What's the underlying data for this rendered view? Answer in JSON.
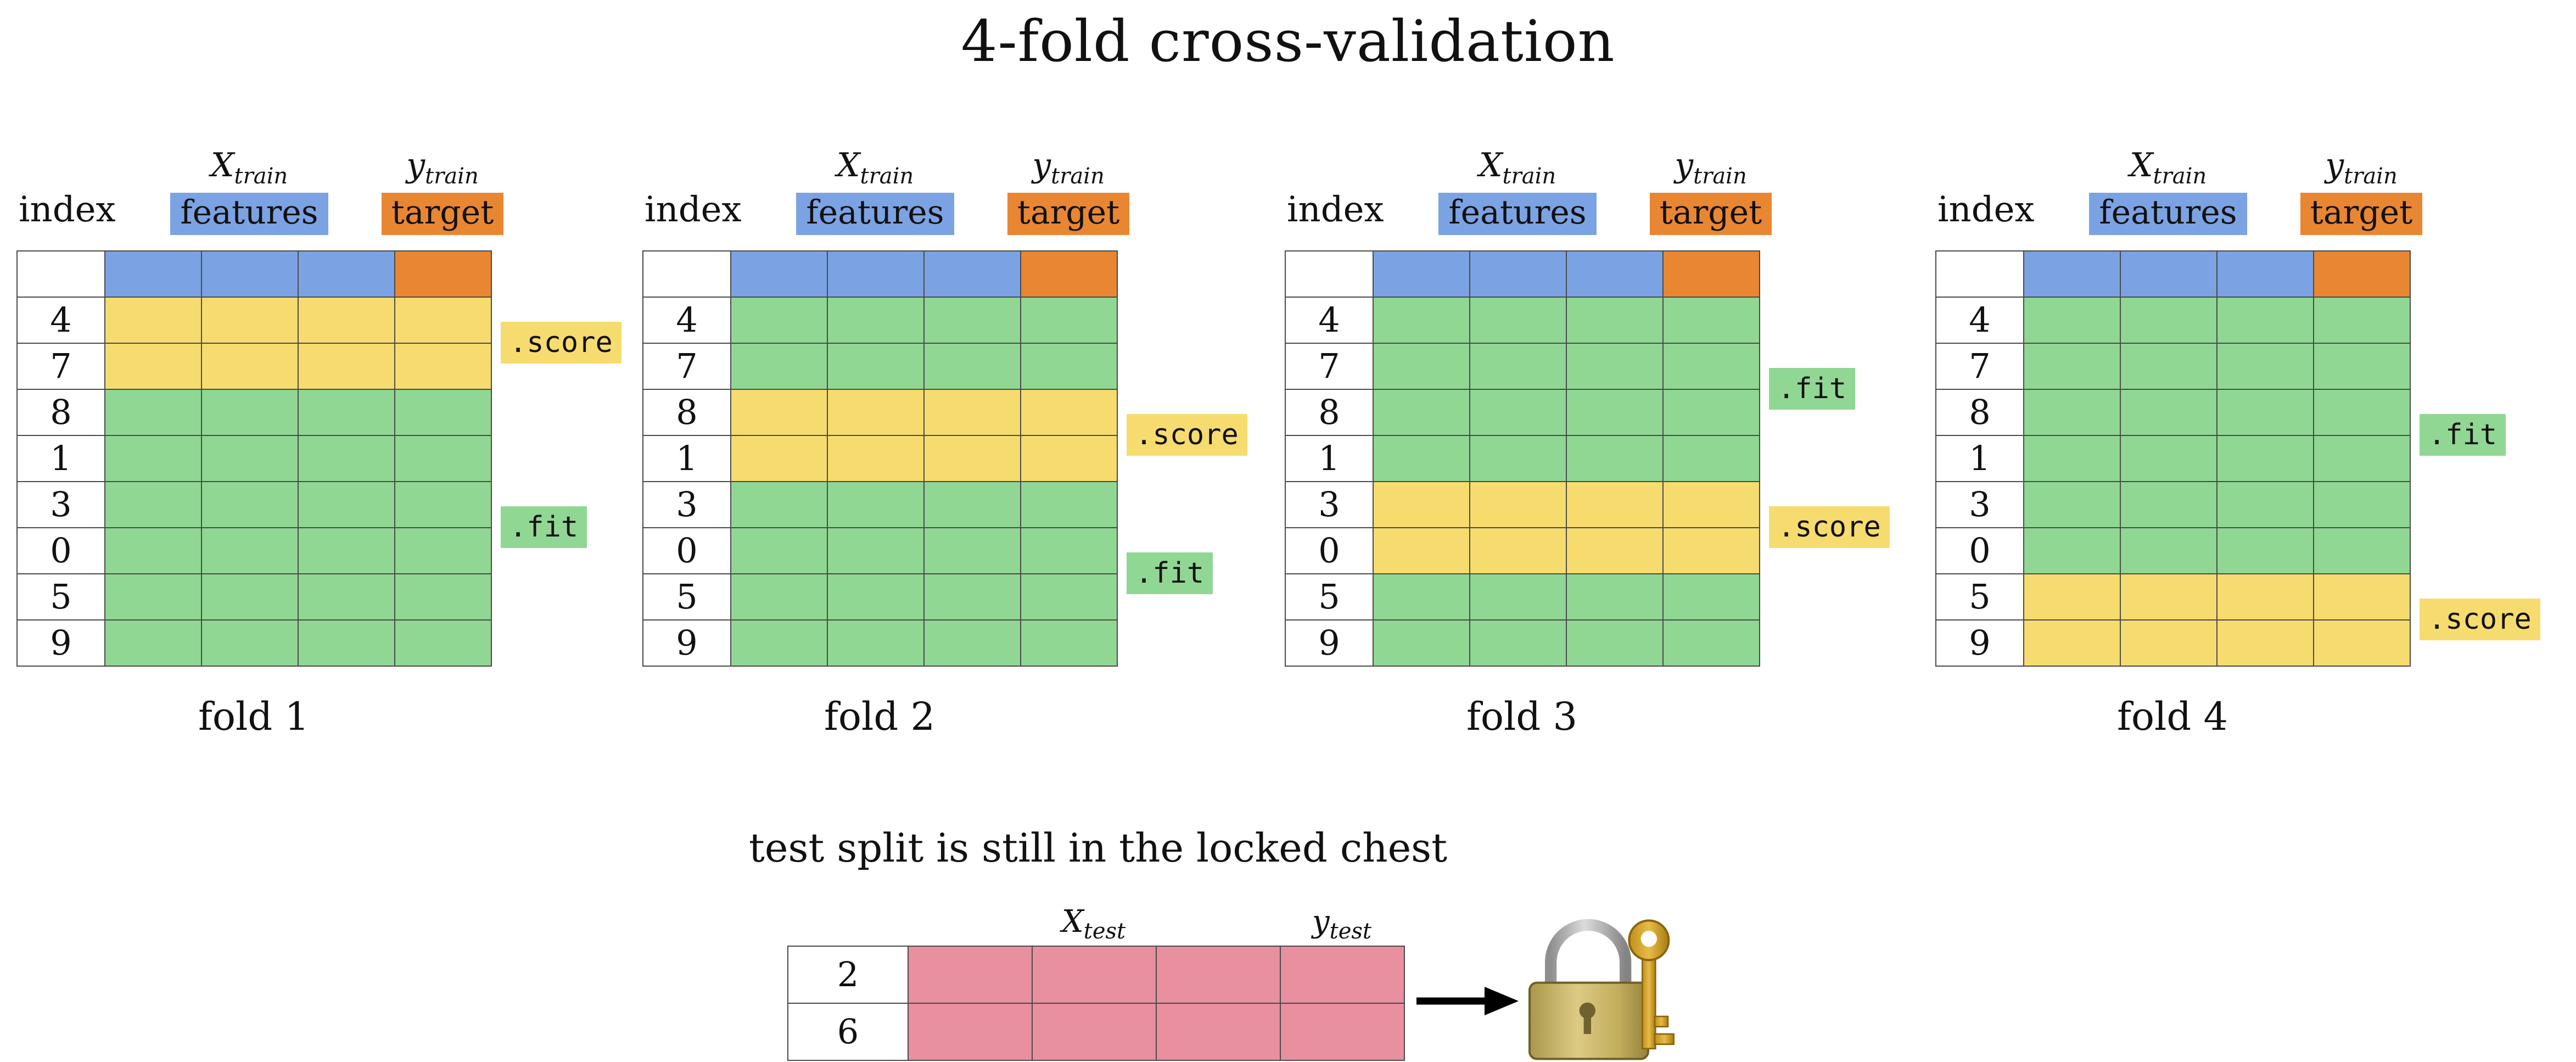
{
  "title": "4-fold cross-validation",
  "fold_header": {
    "index_label": "index",
    "x_var": "X",
    "x_sub": "train",
    "features_chip": "features",
    "y_var": "y",
    "y_sub": "train",
    "target_chip": "target"
  },
  "row_indices": [
    "4",
    "7",
    "8",
    "1",
    "3",
    "0",
    "5",
    "9"
  ],
  "labels": {
    "fit": ".fit",
    "score": ".score"
  },
  "folds": [
    {
      "caption": "fold 1",
      "score_rows": [
        0,
        1
      ]
    },
    {
      "caption": "fold 2",
      "score_rows": [
        2,
        3
      ]
    },
    {
      "caption": "fold 3",
      "score_rows": [
        4,
        5
      ]
    },
    {
      "caption": "fold 4",
      "score_rows": [
        6,
        7
      ]
    }
  ],
  "test_section": {
    "caption": "test split is still in the locked chest",
    "x_var": "X",
    "x_sub": "test",
    "y_var": "y",
    "y_sub": "test",
    "row_indices": [
      "2",
      "6"
    ],
    "lock_icon": "padlock-with-gold-key"
  },
  "colors": {
    "features_blue": "#7BA3E3",
    "target_orange": "#E98632",
    "fit_green": "#90D793",
    "score_yellow": "#F6DC6E",
    "test_pink": "#E88FA0",
    "grid_border": "#4a4a4a"
  }
}
